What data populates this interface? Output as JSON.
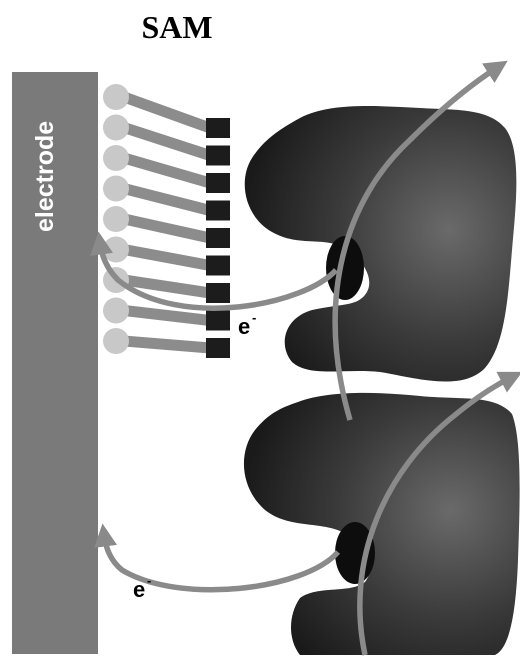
{
  "title": "SAM",
  "electrode_label": "electrode",
  "electron_label_top": "e",
  "electron_label_bottom": "e",
  "electron_charge": "-",
  "colors": {
    "electrode": "#7a7a7a",
    "sam_chain": "#8c8c8c",
    "sam_head": "#c8c8c8",
    "sam_terminal": "#1c1c1c",
    "protein_dark": "#1e1e1e",
    "protein_light": "#6a6a6a",
    "active_site": "#0d0d0d",
    "arrow": "#8a8a8a"
  },
  "icons": {
    "protein": "enzyme-blob",
    "arrow": "electron-transfer-arrow"
  }
}
